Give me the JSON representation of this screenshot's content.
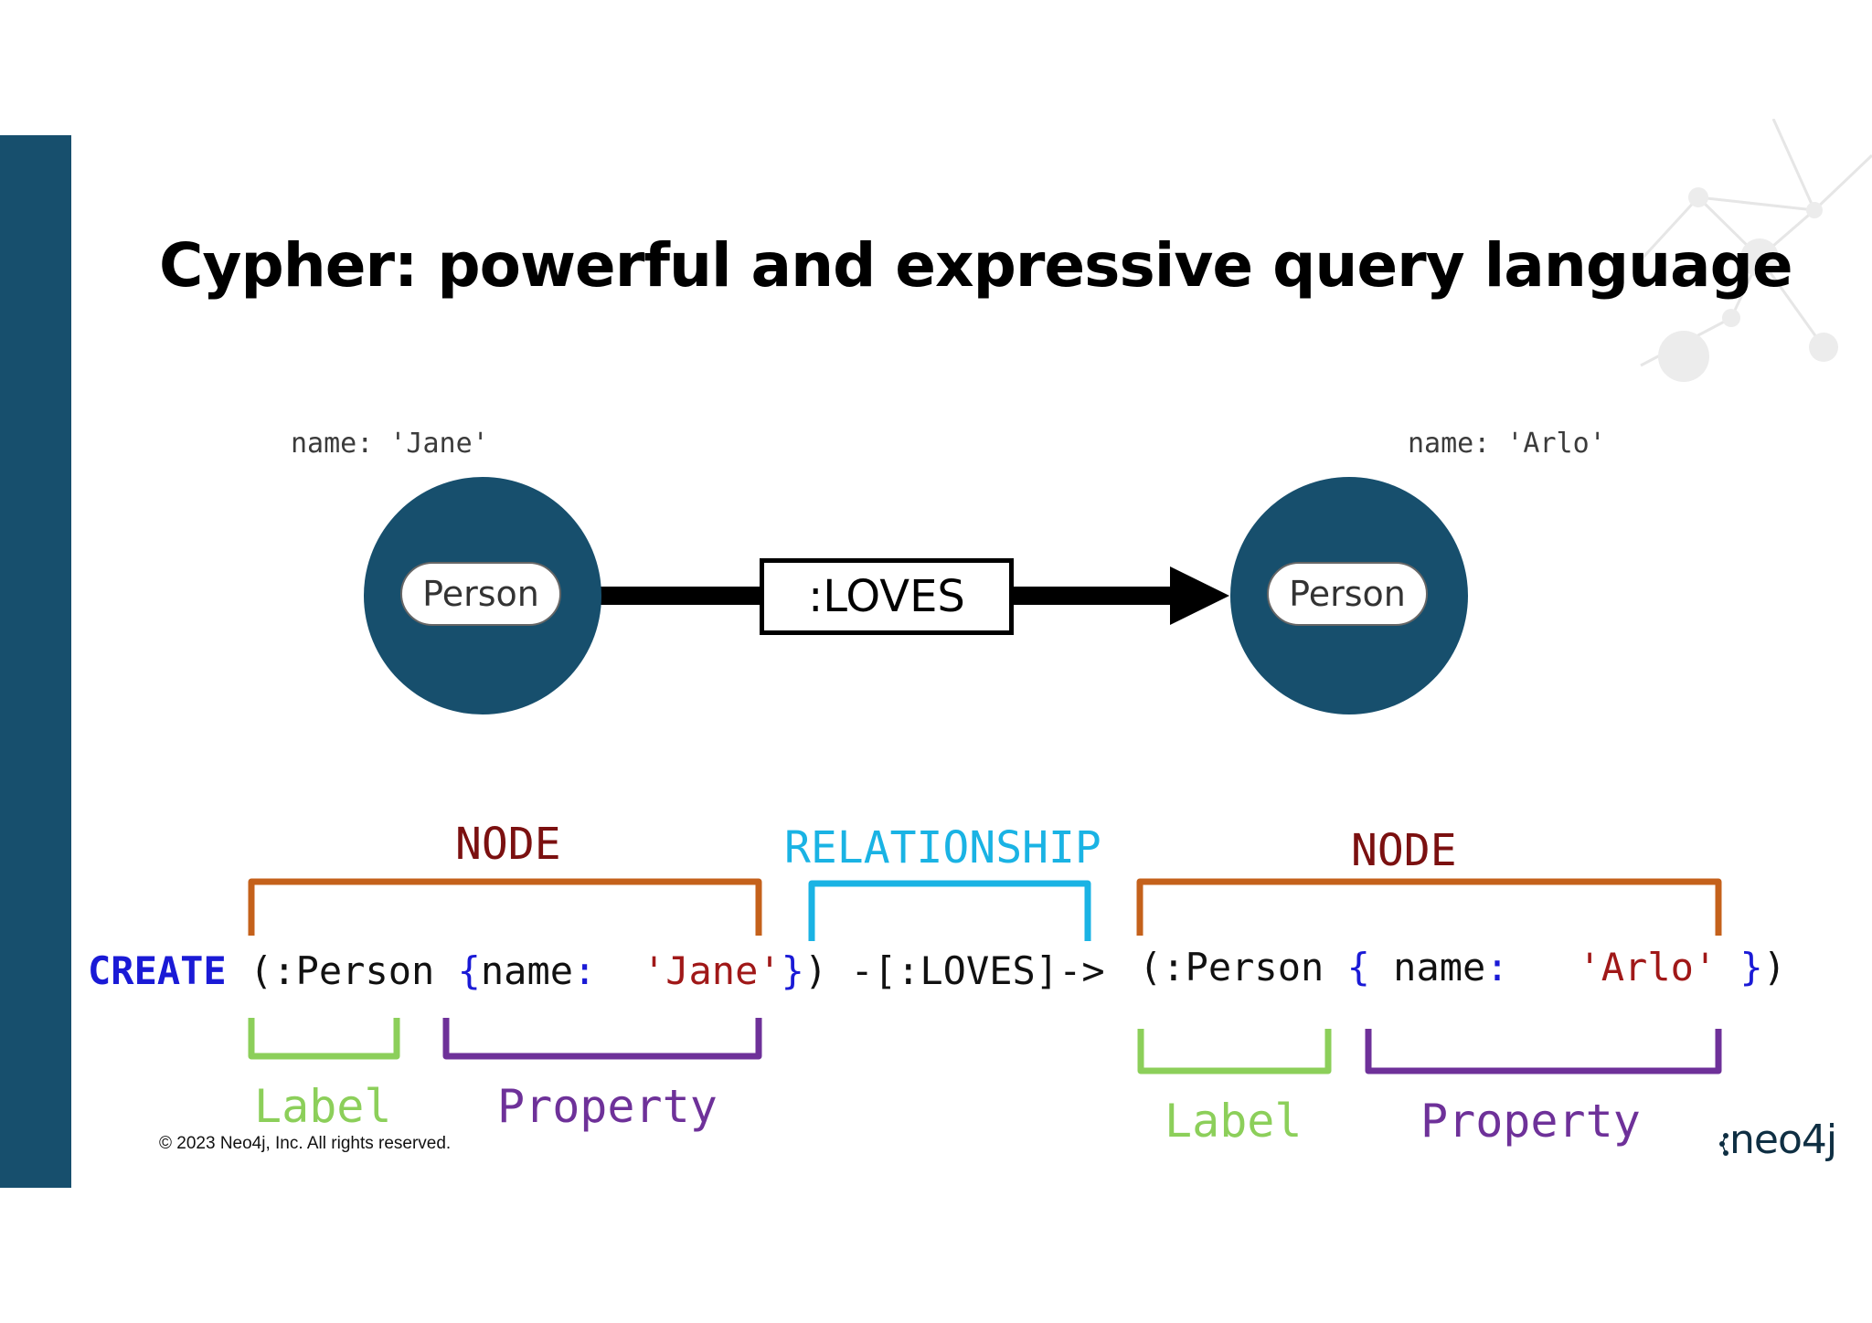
{
  "slide": {
    "title": "Cypher: powerful and expressive query language",
    "copyright": "© 2023 Neo4j, Inc. All rights reserved.",
    "logo": "neo4j"
  },
  "graph": {
    "left_node": {
      "property": "name: 'Jane'",
      "label": "Person"
    },
    "right_node": {
      "property": "name: 'Arlo'",
      "label": "Person"
    },
    "relationship": ":LOVES"
  },
  "annotations": {
    "node_left": "NODE",
    "relationship": "RELATIONSHIP",
    "node_right": "NODE",
    "label_left": "Label",
    "property_left": "Property",
    "label_right": "Label",
    "property_right": "Property"
  },
  "code": {
    "keyword": "CREATE",
    "left_open": "(:Person ",
    "left_brace_open": "{",
    "left_key": "name",
    "left_colon": ": ",
    "left_value": "'Jane'",
    "left_brace_close": "}",
    "left_close": ")",
    "relationship": " -[:LOVES]->",
    "right_open": "(:Person ",
    "right_brace_open": "{",
    "right_key": " name",
    "right_colon": ":  ",
    "right_value": "'Arlo'",
    "right_brace_close": "}",
    "right_close": ")"
  },
  "colors": {
    "node_fill": "#174f6d",
    "node_header": "#7b1010",
    "relationship_header": "#1ab3e4",
    "node_bracket": "#c4611b",
    "relationship_bracket": "#1ab3e4",
    "label": "#8ccf5a",
    "property": "#6e3199",
    "keyword": "#1a1ad6",
    "string": "#a01818"
  }
}
